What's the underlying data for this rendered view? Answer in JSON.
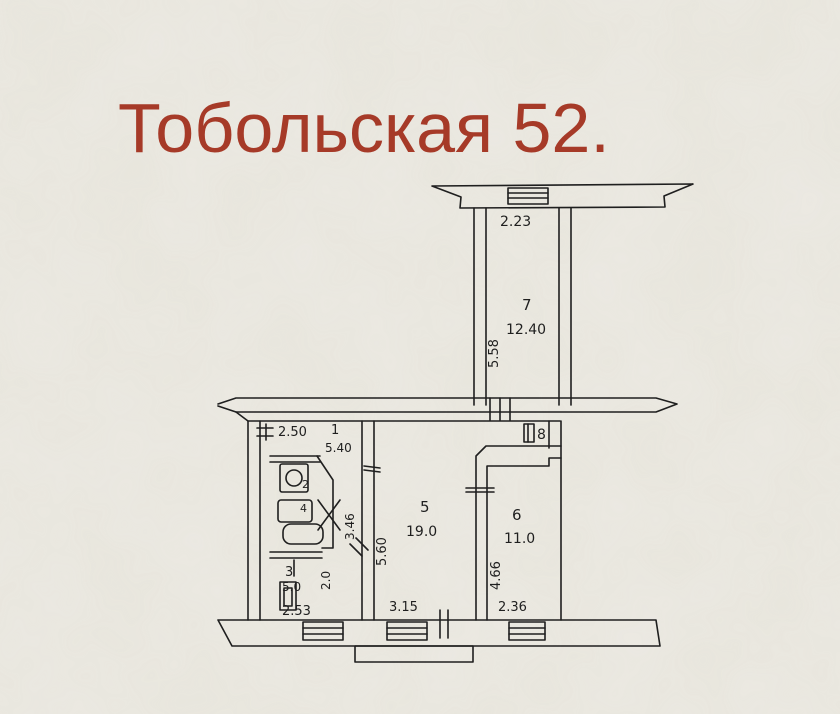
{
  "title": "Тобольская 52.",
  "colors": {
    "title": "#a63a28",
    "ink": "#1f1f1f",
    "paper": "#e6e3da"
  },
  "rooms": [
    {
      "number": "7",
      "area": "12.40",
      "dimensions": [
        "2.23",
        "5.58"
      ]
    },
    {
      "number": "1",
      "area": "5.40",
      "dimensions": [
        "2.50"
      ]
    },
    {
      "number": "2",
      "area": ""
    },
    {
      "number": "4",
      "area": ""
    },
    {
      "number": "3",
      "area": "5.0",
      "dimensions": [
        "2.53",
        "2.0"
      ]
    },
    {
      "number": "5",
      "area": "19.0",
      "dimensions": [
        "3.15",
        "5.60",
        "3.46"
      ]
    },
    {
      "number": "6",
      "area": "11.0",
      "dimensions": [
        "2.36",
        "4.66"
      ]
    },
    {
      "number": "8",
      "area": ""
    }
  ]
}
